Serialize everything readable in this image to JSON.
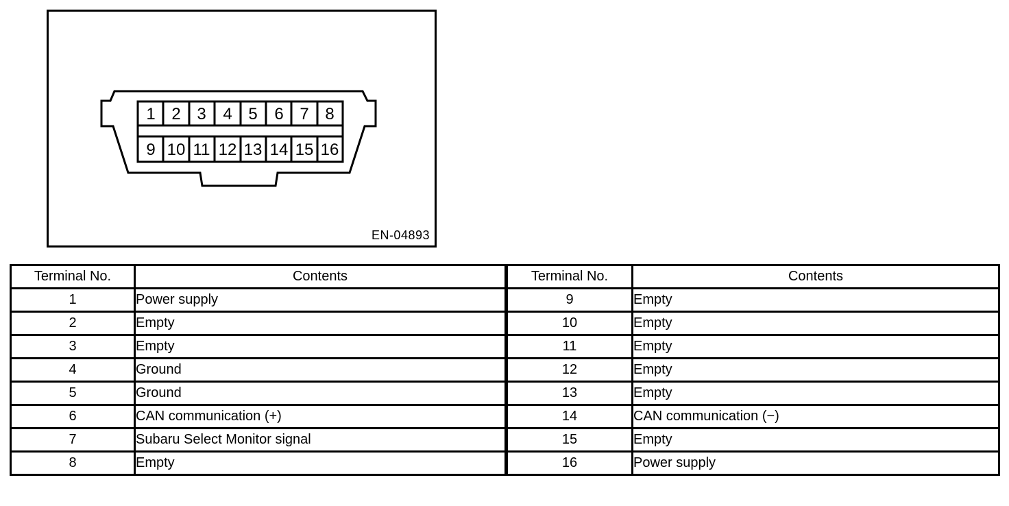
{
  "figure": {
    "label": "EN-04893",
    "pins": [
      "1",
      "2",
      "3",
      "4",
      "5",
      "6",
      "7",
      "8",
      "9",
      "10",
      "11",
      "12",
      "13",
      "14",
      "15",
      "16"
    ]
  },
  "table": {
    "headers": {
      "terminal": "Terminal No.",
      "contents": "Contents"
    },
    "rows": [
      {
        "left_no": "1",
        "left_contents": "Power supply",
        "right_no": "9",
        "right_contents": "Empty"
      },
      {
        "left_no": "2",
        "left_contents": "Empty",
        "right_no": "10",
        "right_contents": "Empty"
      },
      {
        "left_no": "3",
        "left_contents": "Empty",
        "right_no": "11",
        "right_contents": "Empty"
      },
      {
        "left_no": "4",
        "left_contents": "Ground",
        "right_no": "12",
        "right_contents": "Empty"
      },
      {
        "left_no": "5",
        "left_contents": "Ground",
        "right_no": "13",
        "right_contents": "Empty"
      },
      {
        "left_no": "6",
        "left_contents": "CAN communication (+)",
        "right_no": "14",
        "right_contents": "CAN communication (−)"
      },
      {
        "left_no": "7",
        "left_contents": "Subaru Select Monitor signal",
        "right_no": "15",
        "right_contents": "Empty"
      },
      {
        "left_no": "8",
        "left_contents": "Empty",
        "right_no": "16",
        "right_contents": "Power supply"
      }
    ]
  }
}
